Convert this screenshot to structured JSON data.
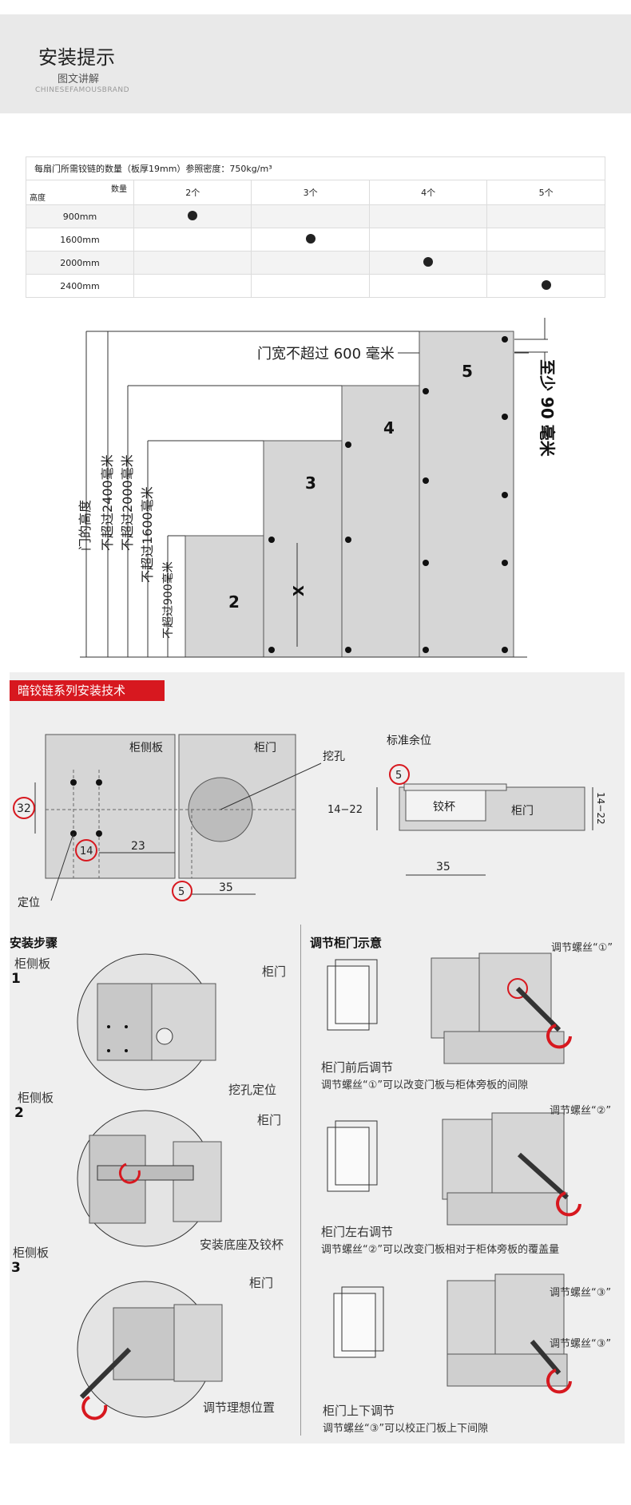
{
  "header": {
    "title": "安装提示",
    "subtitle": "图文讲解",
    "brand": "CHINESEFAMOUSBRAND"
  },
  "table": {
    "caption": "每扇门所需铰链的数量（板厚19mm）参照密度：750kg/m³",
    "corner_qty": "数量",
    "corner_height": "高度",
    "columns": [
      "2个",
      "3个",
      "4个",
      "5个"
    ],
    "rows": [
      {
        "height": "900mm",
        "filled_column": 0
      },
      {
        "height": "1600mm",
        "filled_column": 1
      },
      {
        "height": "2000mm",
        "filled_column": 2
      },
      {
        "height": "2400mm",
        "filled_column": 3
      }
    ]
  },
  "door_diagram": {
    "door_width": "门宽不超过 600 毫米",
    "min_gap": "至少 90 毫米",
    "door_height": "门的高度",
    "limits": [
      "不超过2400毫米",
      "不超过2000毫米",
      "不超过1600毫米",
      "不超过900毫米"
    ],
    "panel_numbers": [
      "2",
      "3",
      "4",
      "5"
    ],
    "x_label": "X"
  },
  "install": {
    "banner": "暗铰链系列安装技术",
    "side_panel": "柜侧板",
    "door": "柜门",
    "dig_hole": "挖孔",
    "positioning": "定位",
    "dim_32": "32",
    "dim_14": "14",
    "dim_23": "23",
    "dim_5": "5",
    "dim_35": "35",
    "std_margin": "标准余位",
    "dim_14_22": "14−22",
    "cup": "铰杯",
    "steps_title": "安装步骤",
    "step_numbers": [
      "1",
      "2",
      "3"
    ],
    "step1_note": "挖孔定位",
    "step2_note": "安装底座及铰杯",
    "step3_note": "调节理想位置",
    "adjust_title": "调节柜门示意",
    "adjust": [
      {
        "screw": "调节螺丝“①”",
        "title": "柜门前后调节",
        "desc": "调节螺丝“①”可以改变门板与柜体旁板的间隙"
      },
      {
        "screw": "调节螺丝“②”",
        "title": "柜门左右调节",
        "desc": "调节螺丝“②”可以改变门板相对于柜体旁板的覆盖量"
      },
      {
        "screw": "调节螺丝“③”",
        "title": "柜门上下调节",
        "desc": "调节螺丝“③”可以校正门板上下间隙"
      }
    ]
  },
  "colors": {
    "accent": "#d7181f",
    "panel": "#d6d6d6",
    "bg": "#efefef"
  }
}
